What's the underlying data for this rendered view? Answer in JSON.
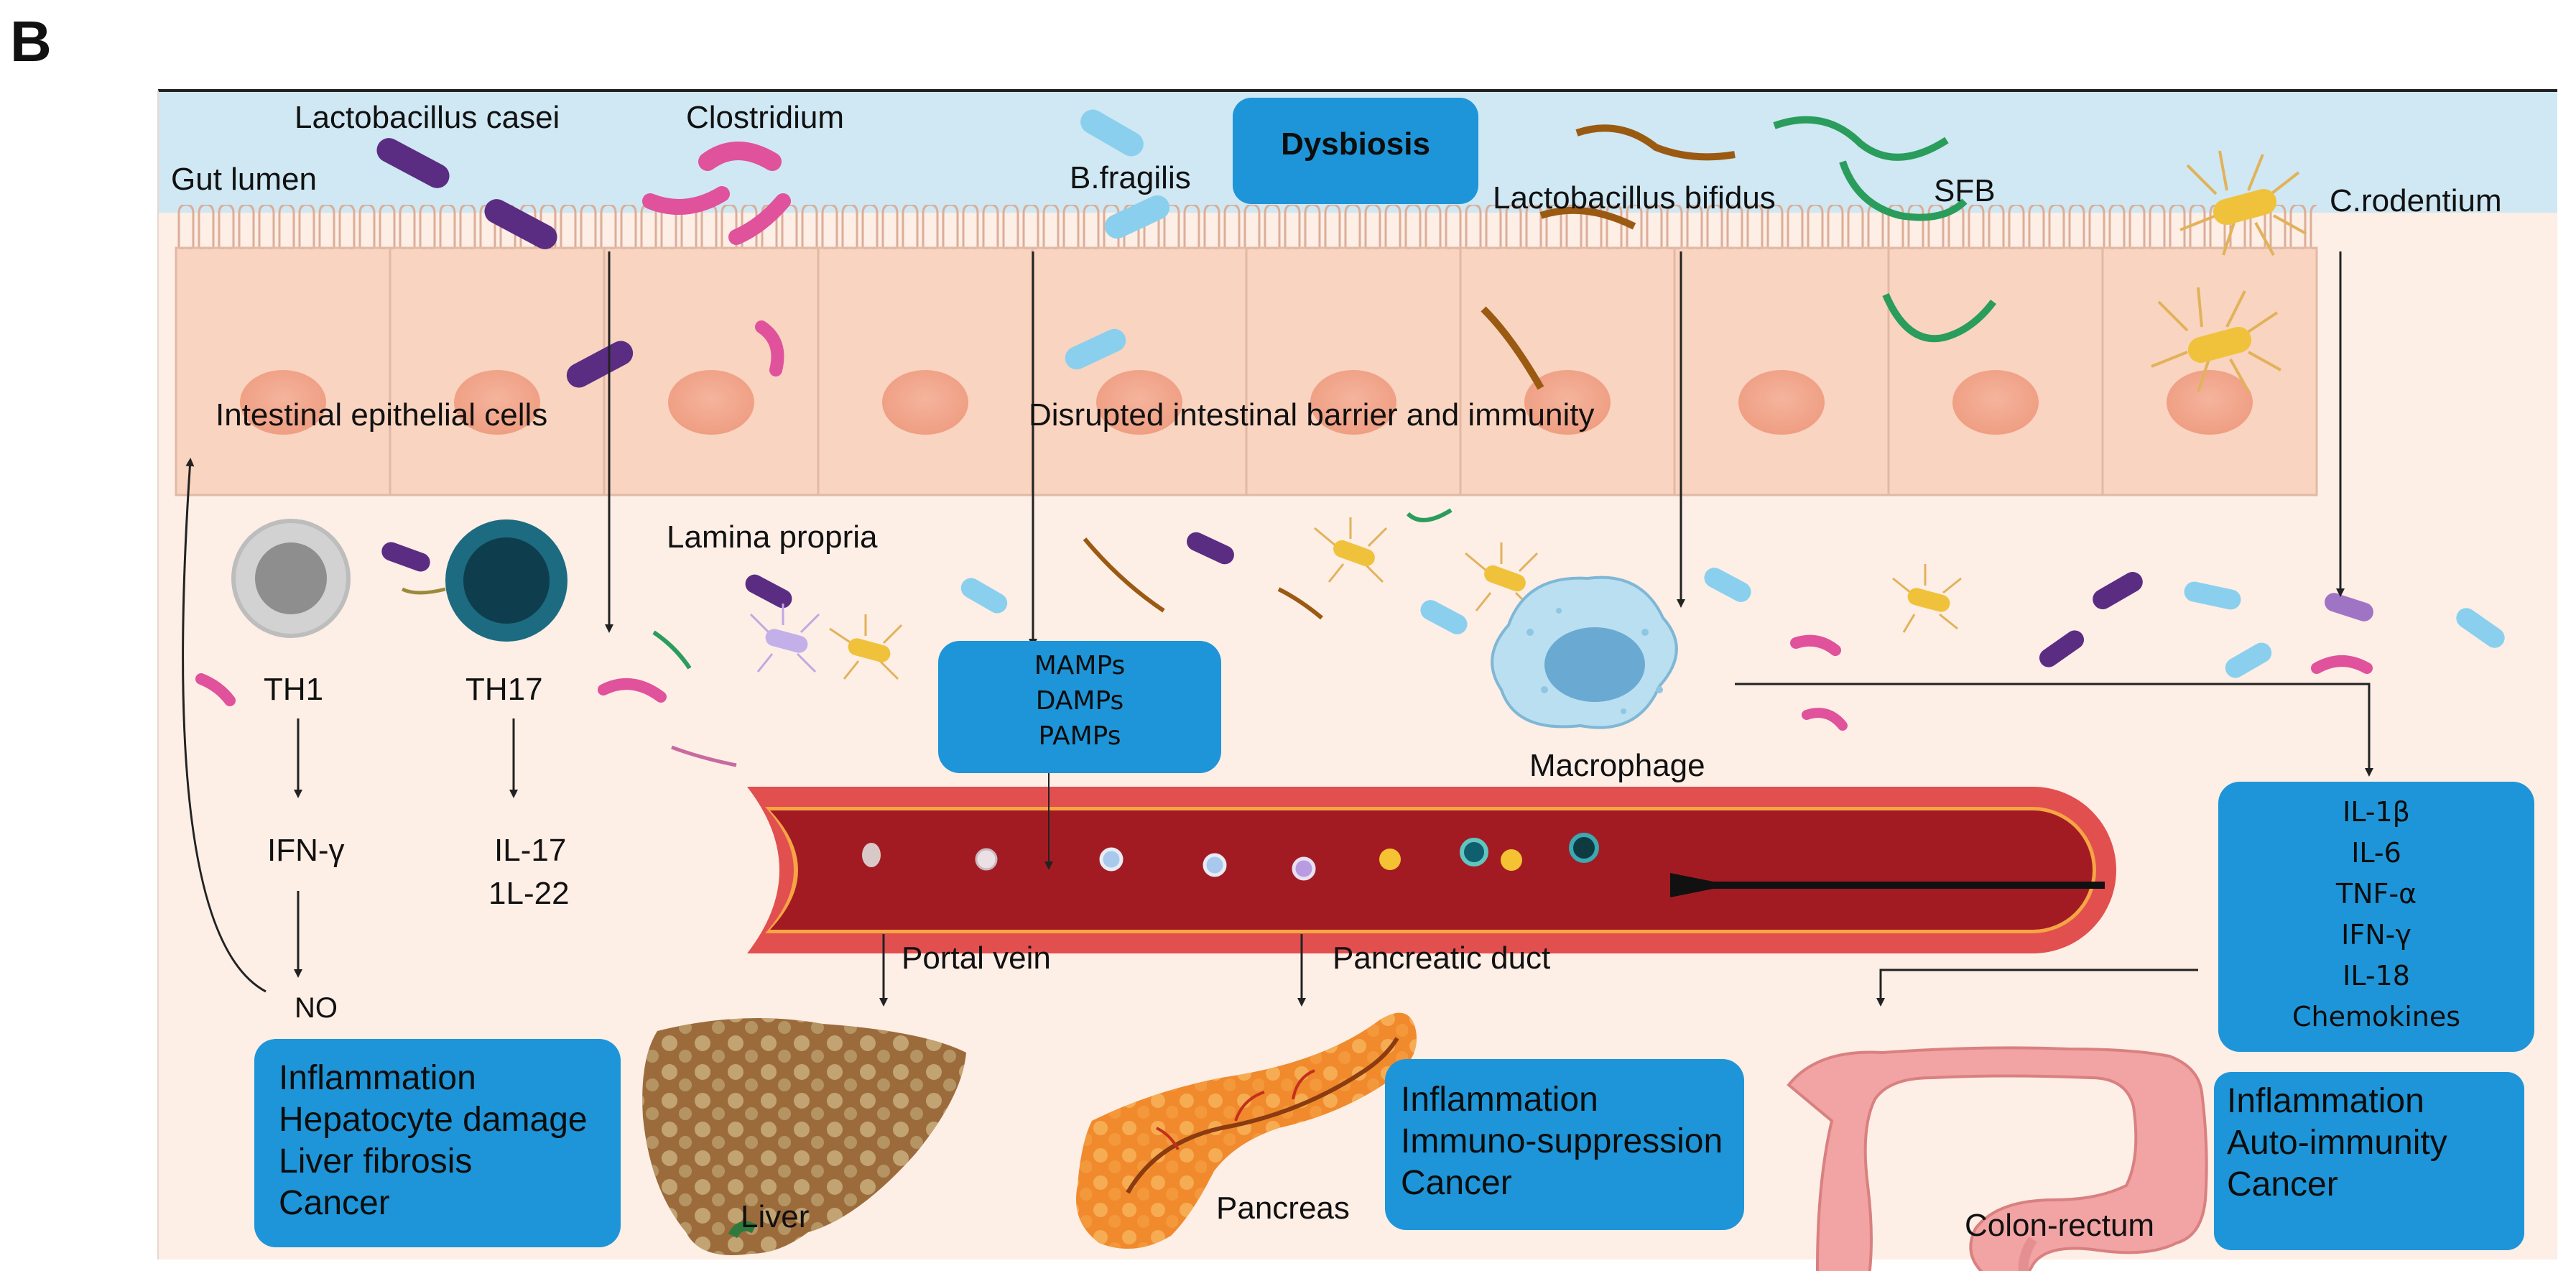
{
  "panel_letter": "B",
  "lumen": {
    "gut_lumen": "Gut lumen",
    "dysbiosis": "Dysbiosis",
    "bacteria": {
      "lactobacillus_casei": "Lactobacillus casei",
      "clostridium": "Clostridium",
      "b_fragilis": "B.fragilis",
      "lactobacillus_bifidus": "Lactobacillus bifidus",
      "sfb": "SFB",
      "c_rodentium": "C.rodentium"
    }
  },
  "epithelium": {
    "cells_label": "Intestinal epithelial cells",
    "barrier_label": "Disrupted intestinal barrier and immunity"
  },
  "lamina": {
    "label": "Lamina propria",
    "th1": "TH1",
    "th17": "TH17",
    "ifn_gamma": "IFN-γ",
    "il17": "IL-17",
    "il22": "1L-22",
    "no": "NO",
    "macrophage": "Macrophage",
    "molecules": [
      "MAMPs",
      "DAMPs",
      "PAMPs"
    ],
    "cytokines": [
      "IL-1β",
      "IL-6",
      "TNF-α",
      "IFN-γ",
      "IL-18",
      "Chemokines"
    ]
  },
  "vessels": {
    "portal_vein": "Portal vein",
    "pancreatic_duct": "Pancreatic duct"
  },
  "organs": {
    "liver": "Liver",
    "pancreas": "Pancreas",
    "colon": "Colon-rectum"
  },
  "outcomes": {
    "liver": [
      "Inflammation",
      "Hepatocyte damage",
      "Liver fibrosis",
      "Cancer"
    ],
    "pancreas": [
      "Inflammation",
      "Immuno-suppression",
      "Cancer"
    ],
    "colon": [
      "Inflammation",
      "Auto-immunity",
      "Cancer"
    ]
  },
  "colors": {
    "lumen_bg": "#cfe8f3",
    "tissue_bg": "#fdeee6",
    "cell_fill": "#f9d4c0",
    "nucleus": "#f2a58a",
    "box_blue": "#1e95d8",
    "vessel_red": "#c0272d",
    "vessel_outer": "#e24f4f"
  }
}
